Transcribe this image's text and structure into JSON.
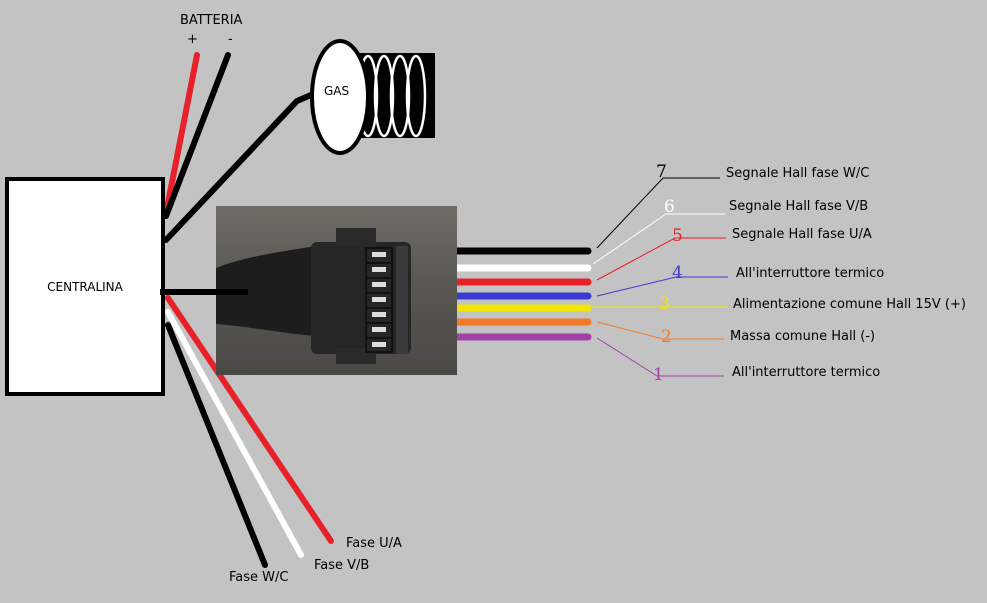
{
  "battery": {
    "title": "BATTERIA",
    "plus": "+",
    "minus": "-"
  },
  "throttle": {
    "label": "GAS"
  },
  "control_unit": {
    "label": "CENTRALINA"
  },
  "phases": [
    {
      "label": "Fase U/A",
      "color": "#e8202a"
    },
    {
      "label": "Fase V/B",
      "color": "#ffffff"
    },
    {
      "label": "Fase W/C",
      "color": "#000000"
    }
  ],
  "hall_pins": [
    {
      "num": "7",
      "label": "Segnale Hall fase W/C",
      "color": "#000000"
    },
    {
      "num": "6",
      "label": "Segnale Hall fase V/B",
      "color": "#ffffff"
    },
    {
      "num": "5",
      "label": "Segnale Hall fase U/A",
      "color": "#e8202a"
    },
    {
      "num": "4",
      "label": "All'interruttore termico",
      "color": "#3a3ad0"
    },
    {
      "num": "3",
      "label": "Alimentazione comune Hall 15V (+)",
      "color": "#f2e600"
    },
    {
      "num": "2",
      "label": "Massa comune Hall (-)",
      "color": "#f07a2a"
    },
    {
      "num": "1",
      "label": "All'interruttore termico",
      "color": "#a040a8"
    }
  ]
}
